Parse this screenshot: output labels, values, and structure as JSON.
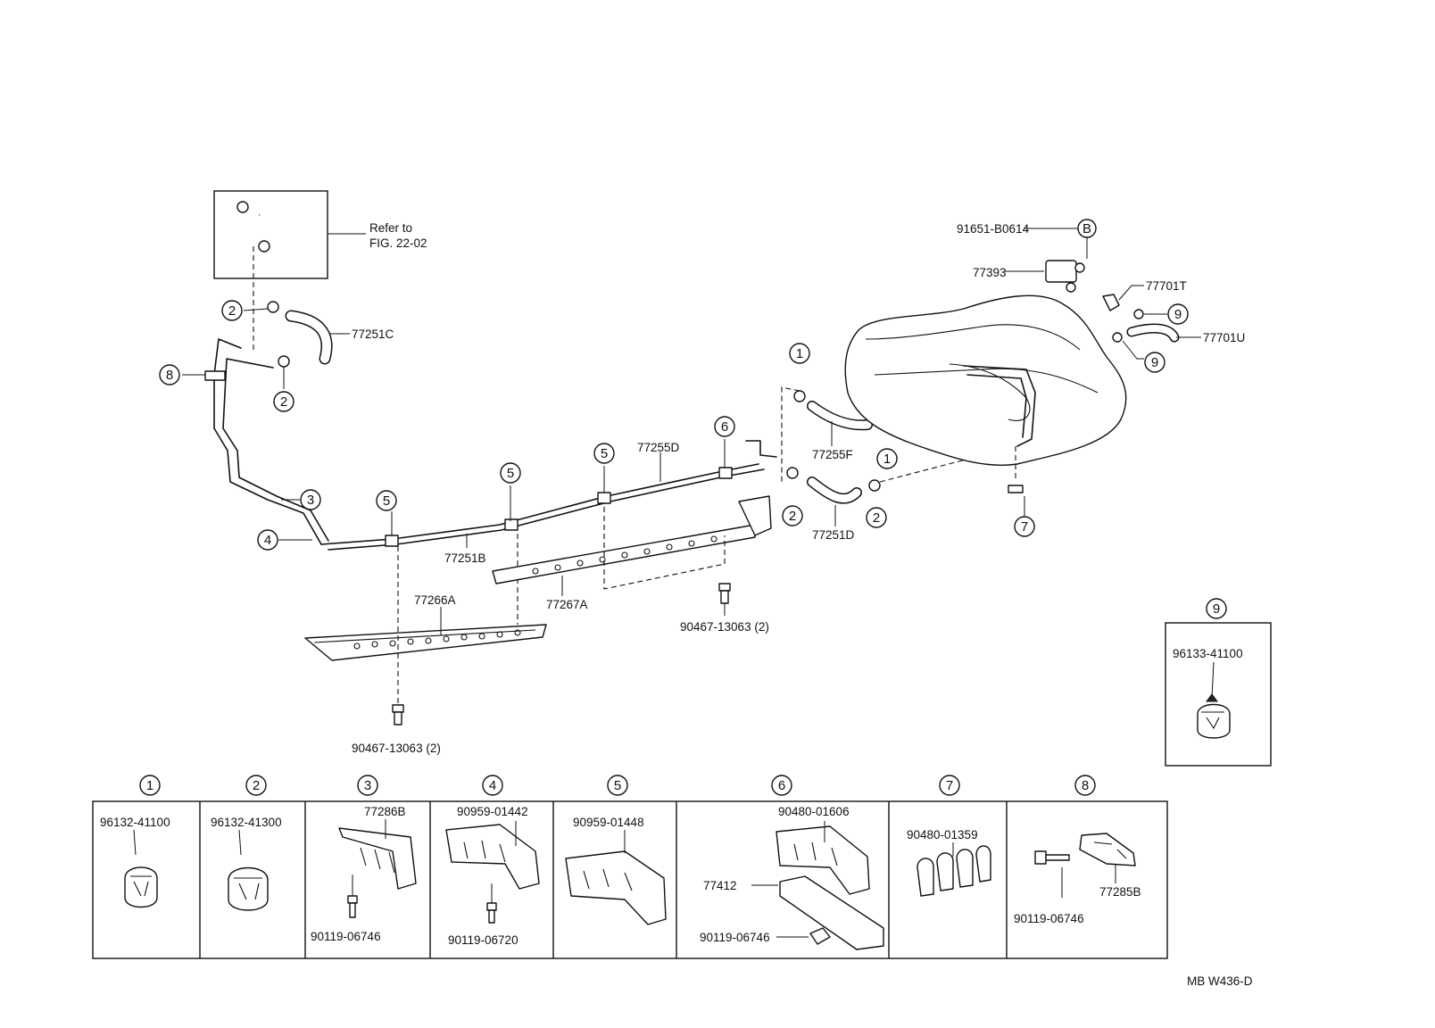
{
  "callouts": {
    "refer_to": "Refer to",
    "fig_ref": "FIG. 22-02",
    "p_77251C": "77251C",
    "p_77255D": "77255D",
    "p_77255F": "77255F",
    "p_77251D": "77251D",
    "p_77251B": "77251B",
    "p_77266A": "77266A",
    "p_77267A": "77267A",
    "p_90467_right": "90467-13063 (2)",
    "p_90467_left": "90467-13063 (2)",
    "p_91651": "91651-B0614",
    "p_77393": "77393",
    "p_77701T": "77701T",
    "p_77701U": "77701U",
    "p_96133": "96133-41100",
    "footer_code": "MB W436-D"
  },
  "markers": {
    "m1": "1",
    "m2": "2",
    "m3": "3",
    "m4": "4",
    "m5": "5",
    "m6": "6",
    "m7": "7",
    "m8": "8",
    "m9": "9",
    "mB": "B"
  },
  "legend": {
    "c1": {
      "num": "1",
      "parts": [
        "96132-41100"
      ]
    },
    "c2": {
      "num": "2",
      "parts": [
        "96132-41300"
      ]
    },
    "c3": {
      "num": "3",
      "parts": [
        "77286B",
        "90119-06746"
      ]
    },
    "c4": {
      "num": "4",
      "parts": [
        "90959-01442",
        "90119-06720"
      ]
    },
    "c5": {
      "num": "5",
      "parts": [
        "90959-01448"
      ]
    },
    "c6": {
      "num": "6",
      "parts": [
        "90480-01606",
        "77412",
        "90119-06746"
      ]
    },
    "c7": {
      "num": "7",
      "parts": [
        "90480-01359"
      ]
    },
    "c8": {
      "num": "8",
      "parts": [
        "77285B",
        "90119-06746"
      ]
    }
  }
}
